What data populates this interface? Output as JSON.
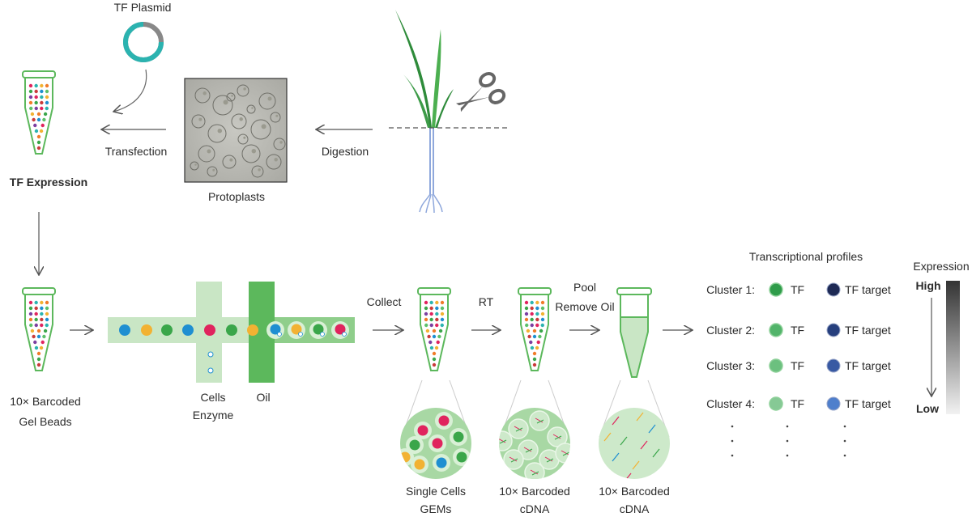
{
  "labels": {
    "tf_plasmid": "TF Plasmid",
    "transfection": "Transfection",
    "tf_expression": "TF Expression",
    "protoplasts": "Protoplasts",
    "digestion": "Digestion",
    "gel_beads_1": "10× Barcoded",
    "gel_beads_2": "Gel  Beads",
    "cells": "Cells",
    "enzyme": "Enzyme",
    "oil": "Oil",
    "collect": "Collect",
    "rt": "RT",
    "pool": "Pool",
    "remove_oil": "Remove Oil",
    "single_cells": "Single Cells",
    "gems": "GEMs",
    "cdna1_a": "10× Barcoded",
    "cdna1_b": "cDNA",
    "cdna2_a": "10× Barcoded",
    "cdna2_b": "cDNA",
    "transcriptional_profiles": "Transcriptional profiles",
    "expression": "Expression",
    "high": "High",
    "low": "Low"
  },
  "clusters": [
    {
      "label": "Cluster 1:",
      "tf": "TF",
      "target": "TF target",
      "tf_color": "#2f9c4a",
      "target_color": "#1e2a55"
    },
    {
      "label": "Cluster 2:",
      "tf": "TF",
      "target": "TF target",
      "tf_color": "#52b46a",
      "target_color": "#263f7d"
    },
    {
      "label": "Cluster 3:",
      "tf": "TF",
      "target": "TF target",
      "tf_color": "#6cc07f",
      "target_color": "#3859a3"
    },
    {
      "label": "Cluster 4:",
      "tf": "TF",
      "target": "TF target",
      "tf_color": "#86c995",
      "target_color": "#4f7fcc"
    }
  ],
  "colors": {
    "tube_outline": "#5cb85c",
    "channel_green": "#b9dfb6",
    "oil_green": "#5cb85c",
    "bead_blue": "#1f8fd1",
    "bead_yellow": "#f2b233",
    "bead_green": "#3aa64a",
    "bead_red": "#e0245e",
    "plant_green": "#2e8b3a",
    "root_blue": "#8fa8dc"
  }
}
